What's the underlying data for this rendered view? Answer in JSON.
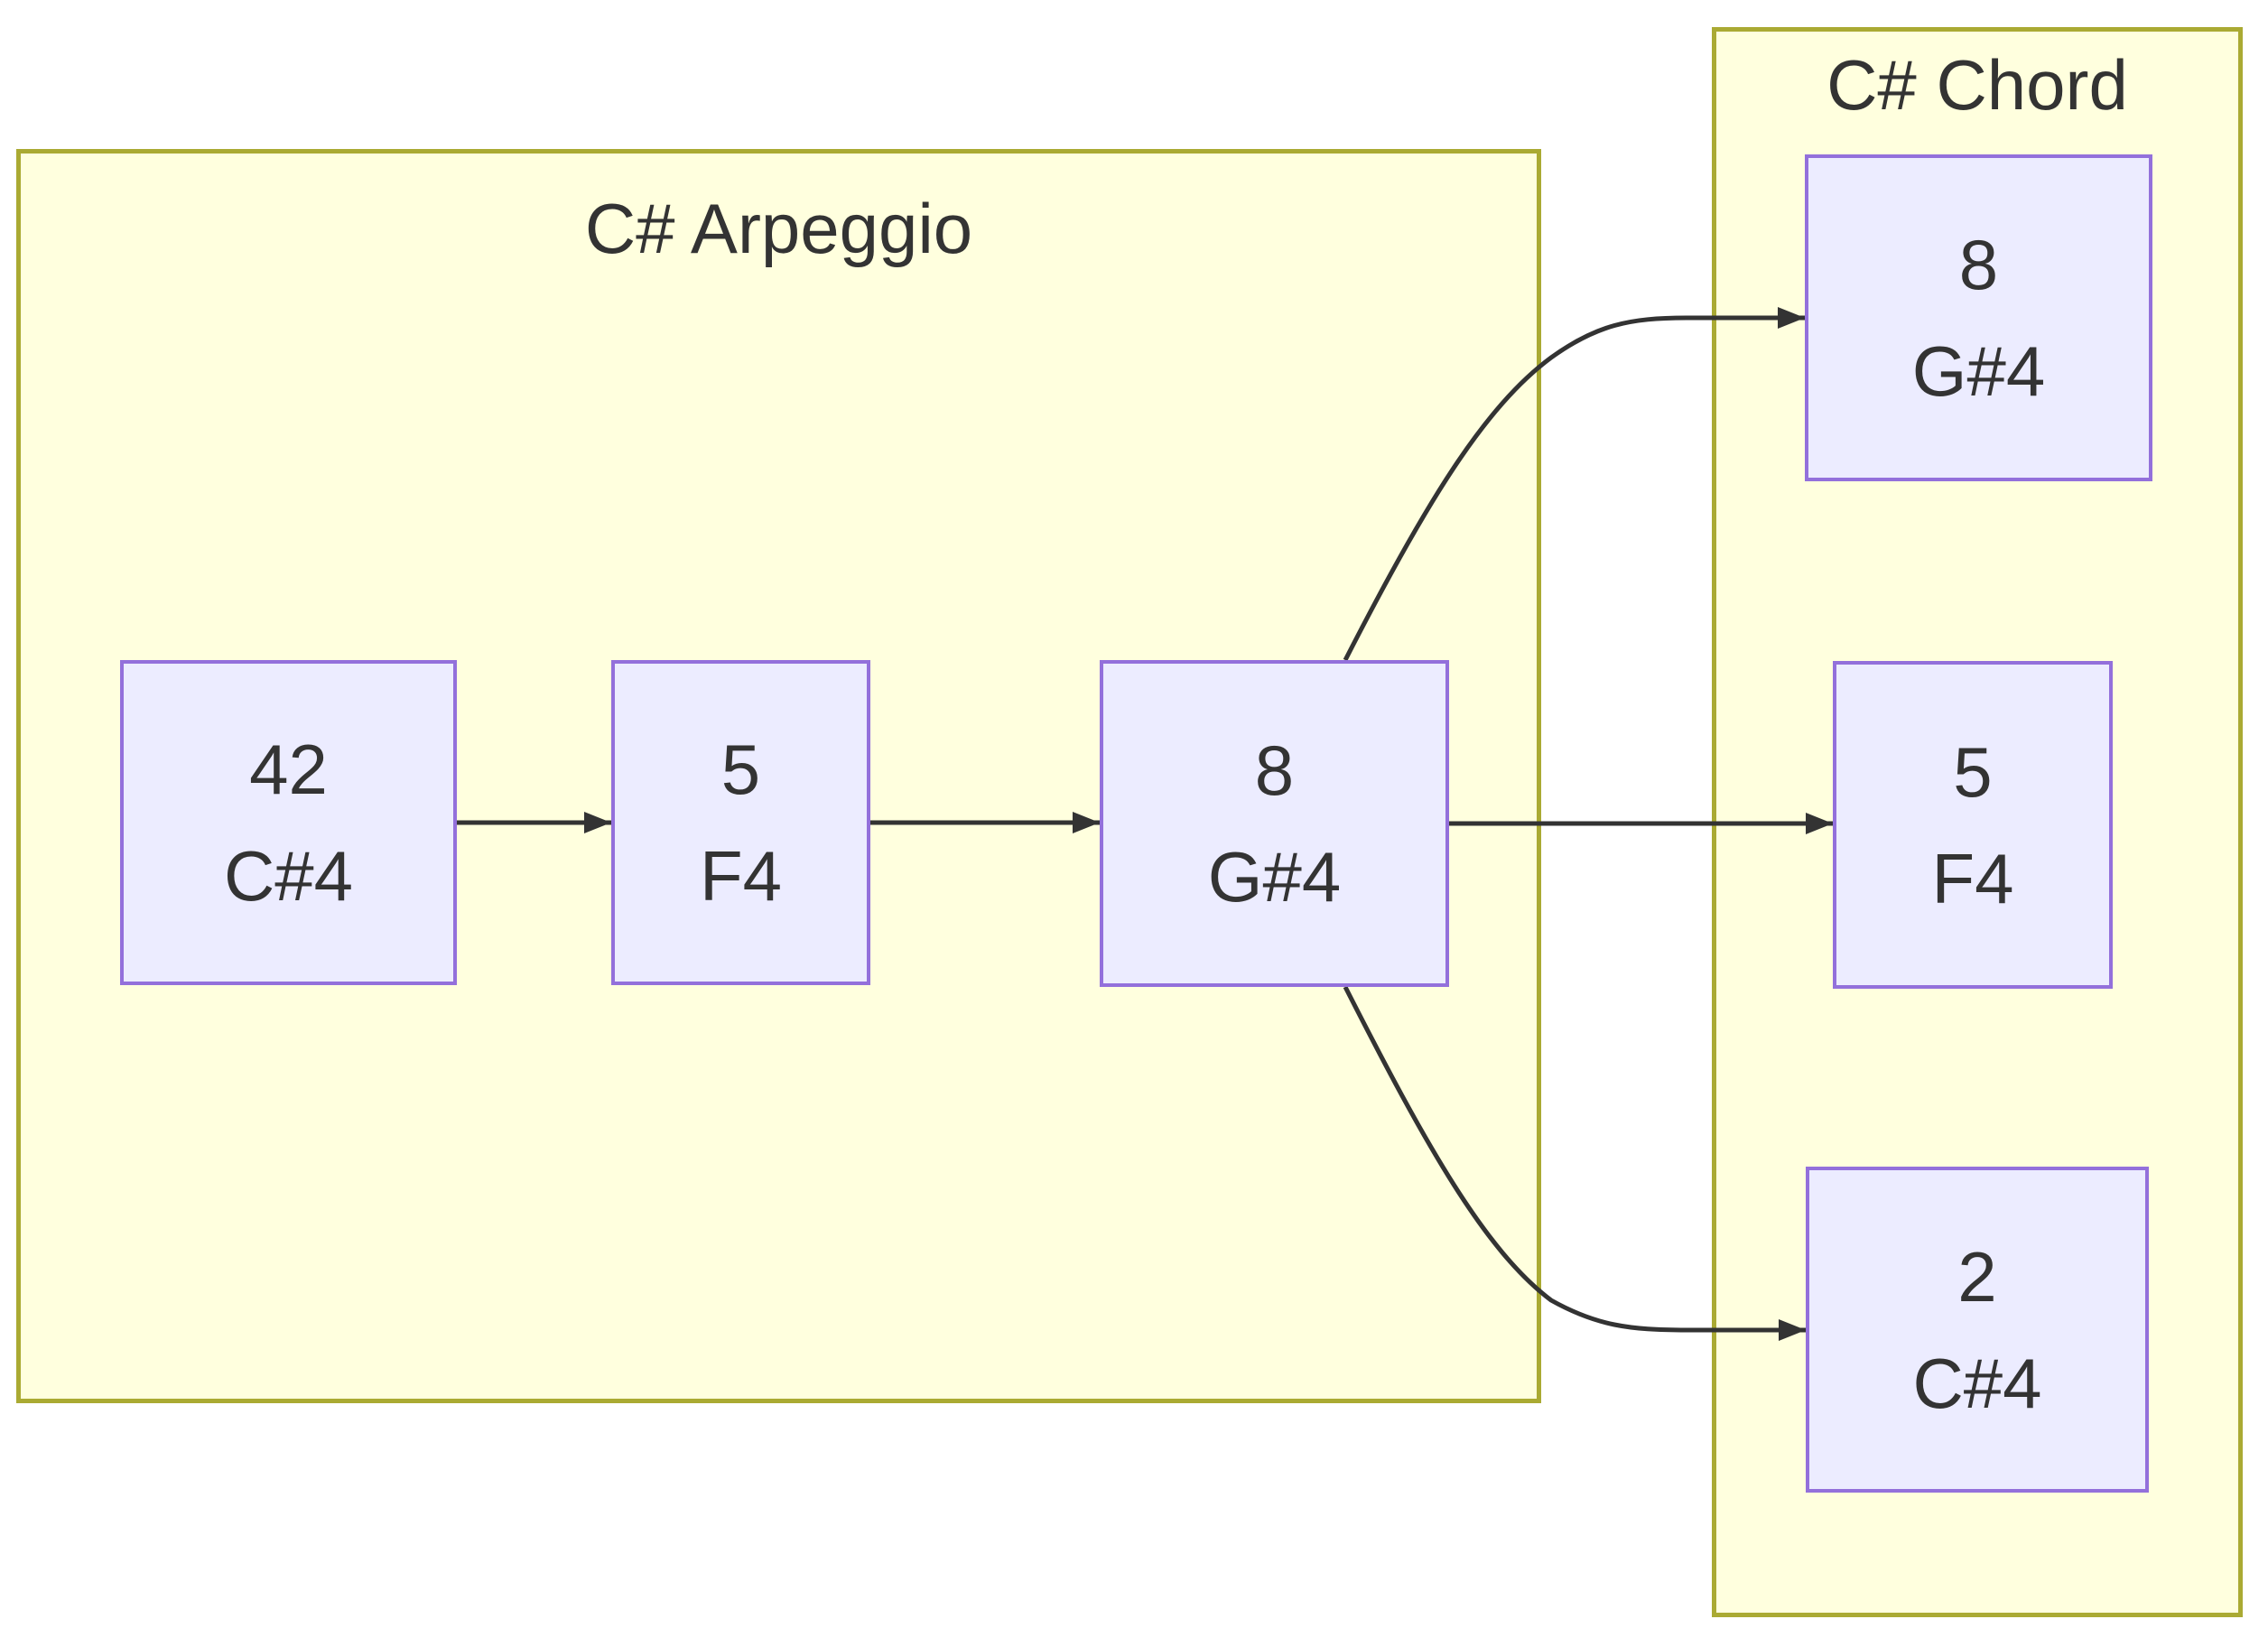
{
  "diagram": {
    "type": "flowchart",
    "direction": "left-to-right",
    "subgraphs": [
      {
        "id": "arpeggio",
        "title": "C# Arpeggio"
      },
      {
        "id": "chord",
        "title": "C# Chord"
      }
    ],
    "nodes": {
      "arp_csharp4": {
        "velocity": "42",
        "note": "C#4",
        "group": "arpeggio"
      },
      "arp_f4": {
        "velocity": "5",
        "note": "F4",
        "group": "arpeggio"
      },
      "arp_gsharp4": {
        "velocity": "8",
        "note": "G#4",
        "group": "arpeggio"
      },
      "chord_gsharp4": {
        "velocity": "8",
        "note": "G#4",
        "group": "chord"
      },
      "chord_f4": {
        "velocity": "5",
        "note": "F4",
        "group": "chord"
      },
      "chord_csharp4": {
        "velocity": "2",
        "note": "C#4",
        "group": "chord"
      }
    },
    "edges": [
      {
        "from": "arp_csharp4",
        "to": "arp_f4"
      },
      {
        "from": "arp_f4",
        "to": "arp_gsharp4"
      },
      {
        "from": "arp_gsharp4",
        "to": "chord_gsharp4"
      },
      {
        "from": "arp_gsharp4",
        "to": "chord_f4"
      },
      {
        "from": "arp_gsharp4",
        "to": "chord_csharp4"
      }
    ],
    "colors": {
      "background": "#ffffff",
      "cluster_fill": "#ffffde",
      "cluster_border": "#aaaa33",
      "node_fill": "#ececff",
      "node_border": "#9370db",
      "edge": "#333333",
      "text": "#333333"
    }
  }
}
